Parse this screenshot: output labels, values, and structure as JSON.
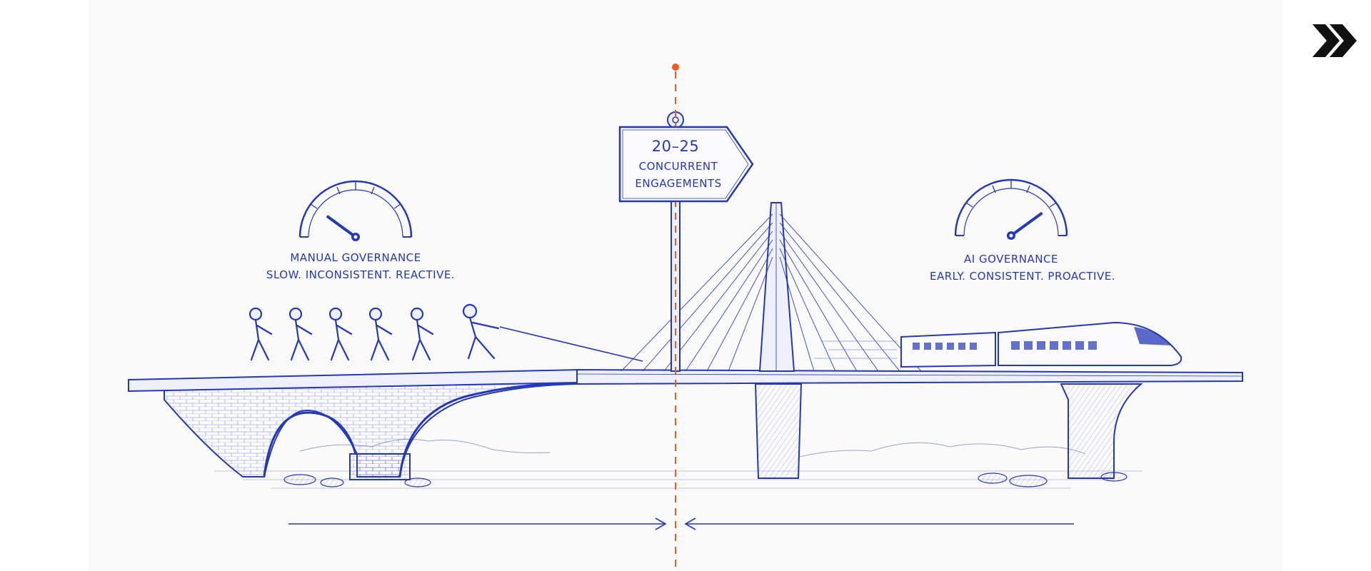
{
  "colors": {
    "ink": "#2438b8",
    "ink_light": "#6b7fd6",
    "accent": "#f25c19",
    "panel": "#fafafb",
    "nav_icon": "#111111"
  },
  "sign": {
    "line1": "20–25",
    "line2": "CONCURRENT",
    "line3": "ENGAGEMENTS"
  },
  "left_gauge": {
    "title": "MANUAL GOVERNANCE",
    "subtitle": "SLOW. INCONSISTENT. REACTIVE.",
    "level": 0.2
  },
  "right_gauge": {
    "title": "AI GOVERNANCE",
    "subtitle": "EARLY. CONSISTENT. PROACTIVE.",
    "level": 0.8
  },
  "icons": {
    "next": "double-chevron-right-icon"
  }
}
